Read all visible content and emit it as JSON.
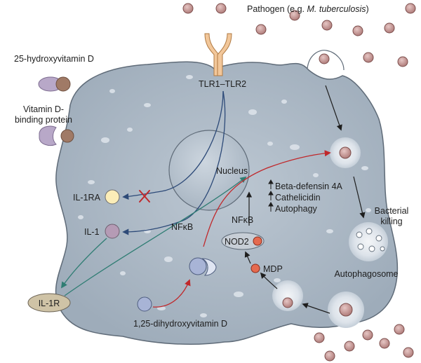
{
  "labels": {
    "pathogen": "Pathogen (e.g. ",
    "pathogen_species": "M. tuberculosis",
    "pathogen_close": ")",
    "hydroxy_d": "25-hydroxyvitamin D",
    "dbp_line1": "Vitamin D-",
    "dbp_line2": "binding protein",
    "tlr": "TLR1–TLR2",
    "nucleus": "Nucleus",
    "il1ra": "IL-1RA",
    "il1": "IL-1",
    "il1r": "IL-1R",
    "nfkb_left": "NFκB",
    "nfkb_right": "NFκB",
    "nod2": "NOD2",
    "mdp": "MDP",
    "dihydroxy_d": "1,25-dihydroxyvitamin D",
    "gene_1": "Beta-defensin 4A",
    "gene_2": "Cathelicidin",
    "gene_3": "Autophagy",
    "killing_line1": "Bacterial",
    "killing_line2": "killing",
    "autophagosome": "Autophagosome"
  },
  "colors": {
    "cell_fill": "#aebbc7",
    "cell_stroke": "#5f6b78",
    "nucleus_fill": "#bec9d3",
    "bacterium": "#c79a9a",
    "bacterium_core": "#8a5a58",
    "receptor": "#f2c79a",
    "red_arrow": "#c0282b",
    "teal_arrow": "#2f7d73",
    "blue_arrow": "#2d4a78",
    "black_arrow": "#1e1e1e",
    "il1r_fill": "#cfc3a6",
    "il1ra_fill": "#fbedb8",
    "il1_fill": "#b59bb5",
    "vitd_purple": "#b8a8c8",
    "vitd_brown": "#a07a66",
    "mdp_fill": "#e56a4f",
    "nod2_fill": "#c7ced6"
  },
  "icons": [
    "receptor-icon",
    "bacterium-icon",
    "inhibition-x-icon",
    "up-arrow-icon",
    "vitamin-d-complex-icon"
  ]
}
